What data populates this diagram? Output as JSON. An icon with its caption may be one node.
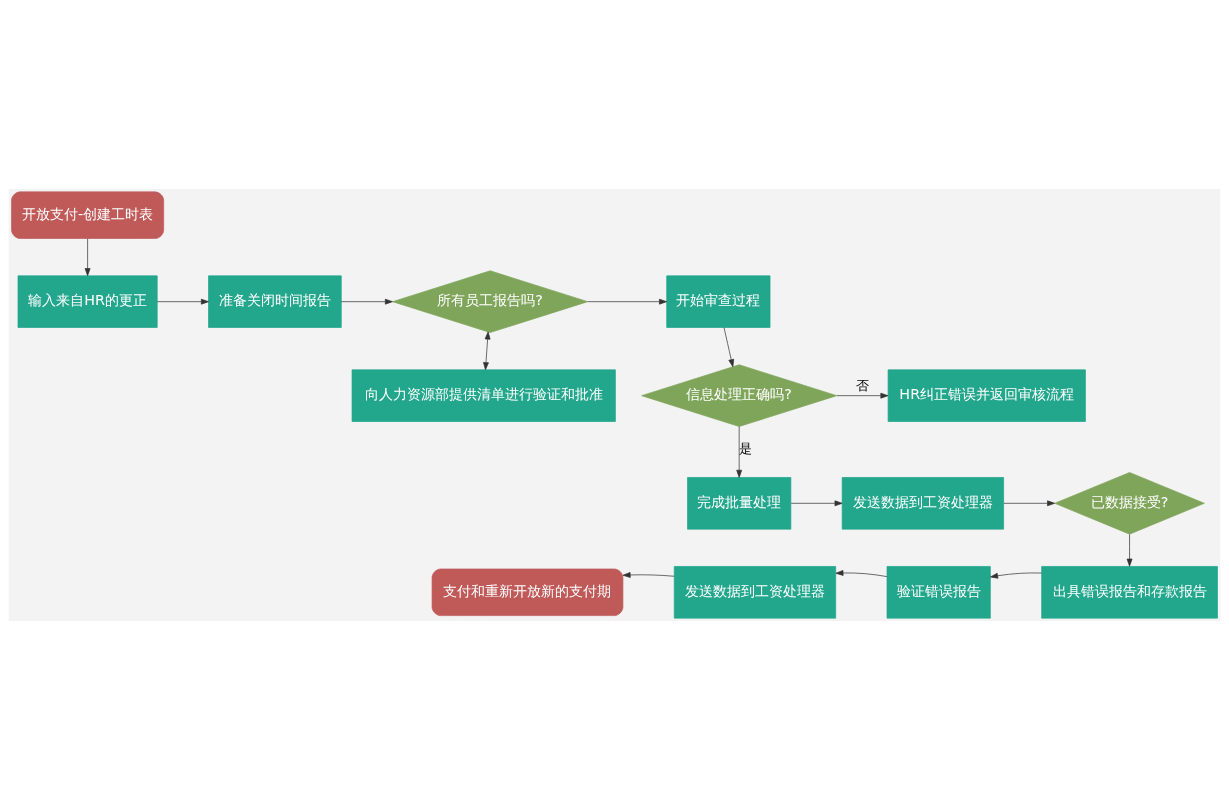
{
  "diagram": {
    "nodes": [
      {
        "text": [
          "开放支付-创建工时表"
        ]
      },
      {
        "text": [
          "输入来自HR的更正"
        ]
      },
      {
        "text": [
          "准备关闭时间报告"
        ]
      },
      {
        "text": [
          "所有员工报告吗?"
        ]
      },
      {
        "text": [
          "开始审查过程"
        ]
      },
      {
        "text": [
          "向人力资源部提供清单进行验证和批准"
        ]
      },
      {
        "text": [
          "信息处理正确吗?"
        ]
      },
      {
        "text": [
          "HR纠正错误并返回审核流程"
        ]
      },
      {
        "text": [
          "完成批量处理"
        ]
      },
      {
        "text": [
          "发送数据到工资处理器"
        ]
      },
      {
        "text": [
          "已数据接受?"
        ]
      },
      {
        "text": [
          "出具错误报告和存款报告"
        ]
      },
      {
        "text": [
          "验证错误报告"
        ]
      },
      {
        "text": [
          "发送数据到工资处理器"
        ]
      },
      {
        "text": [
          "支付和重新开放新的支付期"
        ]
      }
    ],
    "edges": [
      {
        "from": 0,
        "to": 1,
        "arrow": "to"
      },
      {
        "from": 1,
        "to": 2,
        "arrow": "to"
      },
      {
        "from": 2,
        "to": 3,
        "arrow": "to"
      },
      {
        "from": 3,
        "to": 4,
        "arrow": "to"
      },
      {
        "from": 4,
        "to": 6,
        "arrow": "to"
      },
      {
        "from": 3,
        "to": 5,
        "arrow": "both"
      },
      {
        "from": 6,
        "to": 7,
        "arrow": "to",
        "label": "否"
      },
      {
        "from": 6,
        "to": 8,
        "arrow": "to",
        "label": "是"
      },
      {
        "from": 8,
        "to": 9,
        "arrow": "to"
      },
      {
        "from": 9,
        "to": 10,
        "arrow": "to"
      },
      {
        "from": 10,
        "to": 11,
        "arrow": "to"
      },
      {
        "from": 11,
        "to": 12,
        "arrow": "to"
      },
      {
        "from": 12,
        "to": 13,
        "arrow": "to"
      },
      {
        "from": 13,
        "to": 14,
        "arrow": "to"
      }
    ]
  }
}
